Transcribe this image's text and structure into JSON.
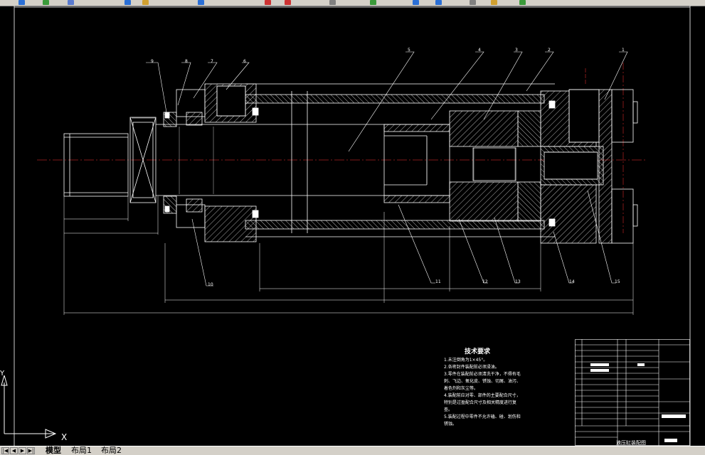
{
  "statusbar": {
    "nav": [
      "|◀",
      "◀",
      "▶",
      "▶|"
    ],
    "tabs": [
      "模型",
      "布局1",
      "布局2"
    ],
    "active_tab": "模型"
  },
  "drawing": {
    "part_labels": [
      "9",
      "8",
      "7",
      "6",
      "5",
      "4",
      "3",
      "2",
      "1",
      "10",
      "11",
      "12",
      "13",
      "14",
      "15"
    ],
    "tech_title": "技术要求",
    "tech_requirements": [
      "1.未注倒角为1×45°。",
      "2.各密封件装配前必须浸油。",
      "3.零件在装配前必须清洗干净，不得有毛刺、飞边、氧化皮、锈蚀、切屑、油污、着色剂和灰尘等。",
      "4.装配前应对零、部件的主要配合尺寸，特别是过盈配合尺寸及相关精度进行复查。",
      "5.装配过程中零件不允许磕、碰、划伤和锈蚀。"
    ],
    "titleblock_name": "液压缸装配图",
    "ucs": {
      "x": "X",
      "y": "Y"
    }
  },
  "colors": {
    "background": "#000000",
    "frame": "#ffffff",
    "centerline": "#ff3333",
    "hatch": "#ffffff",
    "toolbar": "#d4d0c8"
  }
}
